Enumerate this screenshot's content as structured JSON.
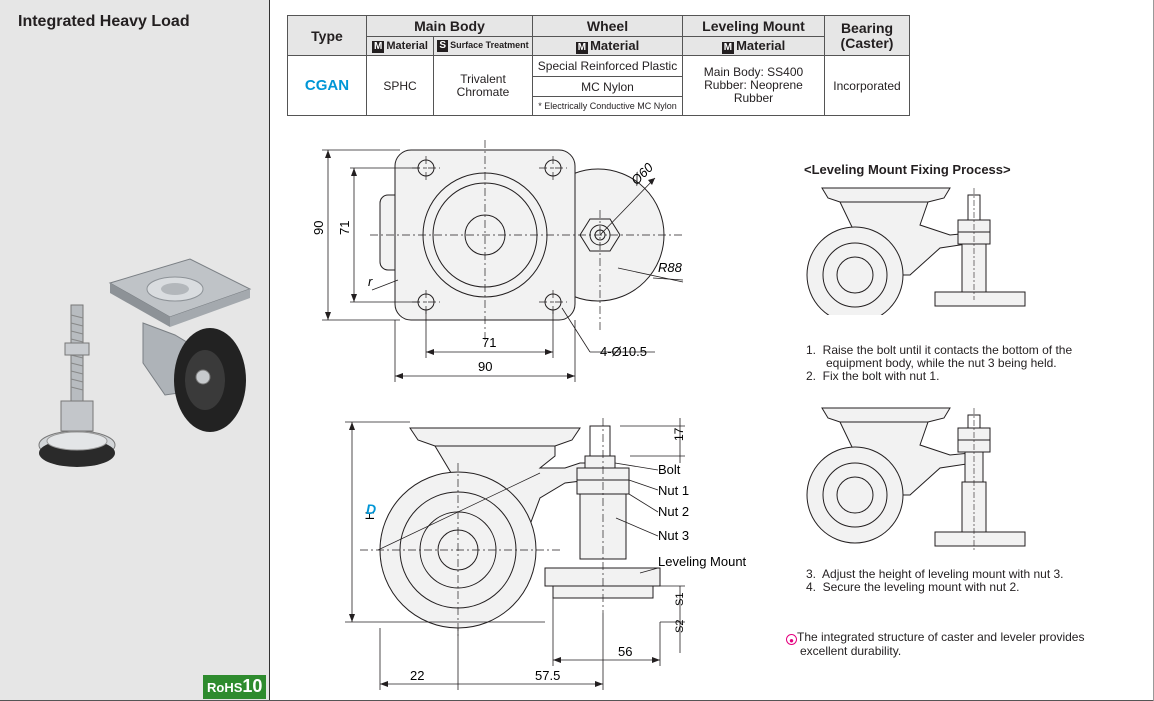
{
  "sidebar": {
    "title": "Integrated Heavy Load",
    "rohs_prefix": "RoHS",
    "rohs_number": "10"
  },
  "table": {
    "type_header": "Type",
    "main_body_header": "Main Body",
    "wheel_header": "Wheel",
    "leveling_header": "Leveling Mount",
    "bearing_header_line1": "Bearing",
    "bearing_header_line2": "(Caster)",
    "material_badge": "M",
    "surface_badge": "S",
    "material_label": "Material",
    "surface_label": "Surface Treatment",
    "type_value": "CGAN",
    "main_material": "SPHC",
    "surface_treatment_line1": "Trivalent",
    "surface_treatment_line2": "Chromate",
    "wheel_options": [
      "Special Reinforced Plastic",
      "MC Nylon",
      "* Electrically Conductive MC Nylon"
    ],
    "leveling_line1": "Main Body: SS400",
    "leveling_line2": "Rubber: Neoprene Rubber",
    "bearing_value": "Incorporated"
  },
  "top_view": {
    "dim_90_vertical": "90",
    "dim_71_vertical": "71",
    "dim_71": "71",
    "dim_90": "90",
    "dia_60": "Ø60",
    "r_88": "R88",
    "holes": "4-Ø10.5",
    "r_label": "r"
  },
  "side_view": {
    "dim_17": "17",
    "label_bolt": "Bolt",
    "label_nut1": "Nut 1",
    "label_nut2": "Nut 2",
    "label_nut3": "Nut 3",
    "label_leveling": "Leveling Mount",
    "label_h": "H",
    "label_d": "D",
    "dim_s1": "S1",
    "dim_s2": "S2",
    "dim_56": "56",
    "dim_22": "22",
    "dim_575": "57.5"
  },
  "process": {
    "title": "<Leveling Mount Fixing Process>",
    "steps_a": [
      "1.  Raise the bolt until it contacts the bottom of the",
      "      equipment body, while the nut 3 being held.",
      "2.  Fix the bolt with nut 1."
    ],
    "steps_b": [
      "3.  Adjust the height of leveling mount with nut 3.",
      "4.  Secure the leveling mount with nut 2."
    ],
    "note_line1": "The integrated structure of caster and leveler provides",
    "note_line2": "excellent durability."
  },
  "colors": {
    "accent_blue": "#0096d6",
    "header_gray": "#e6e6e6",
    "rohs_green": "#2e8b2e",
    "note_pink": "#e4007f"
  }
}
